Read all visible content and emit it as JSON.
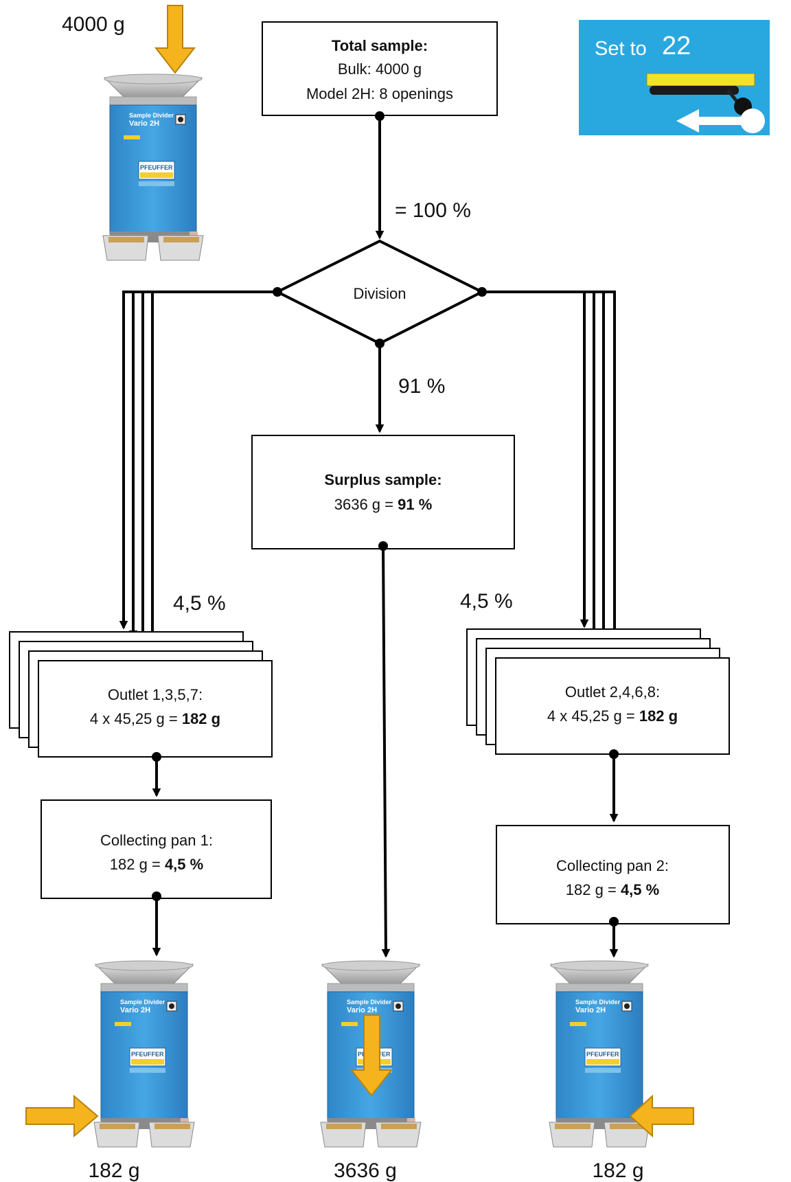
{
  "top_weight": "4000 g",
  "setting": {
    "prefix": "Set to",
    "value": "22"
  },
  "total_box": {
    "title": "Total sample:",
    "line1": "Bulk: 4000 g",
    "line2": "Model 2H: 8 openings"
  },
  "pct_100": "= 100 %",
  "division": "Division",
  "pct_91": "91 %",
  "surplus_box": {
    "title": "Surplus sample:",
    "line1_pre": "3636 g = ",
    "line1_bold": "91 %"
  },
  "pct_left": "4,5 %",
  "pct_right": "4,5 %",
  "outlet_left": {
    "line1": "Outlet 1,3,5,7:",
    "line2_pre": "4 x 45,25 g = ",
    "line2_bold": "182 g"
  },
  "outlet_right": {
    "line1": "Outlet 2,4,6,8:",
    "line2_pre": "4 x 45,25 g = ",
    "line2_bold": "182 g"
  },
  "pan_left": {
    "line1": "Collecting pan 1:",
    "line2_pre": "182 g = ",
    "line2_bold": "4,5 %"
  },
  "pan_right": {
    "line1": "Collecting pan 2:",
    "line2_pre": "182 g = ",
    "line2_bold": "4,5 %"
  },
  "bottom_weights": {
    "left": "182 g",
    "center": "3636 g",
    "right": "182 g"
  },
  "device": {
    "label1": "Sample Divider",
    "label2": "Vario 2H",
    "brand": "PFEUFFER"
  },
  "colors": {
    "device_blue": "#3a9ad9",
    "arrow": "#f5b31e",
    "panel_blue": "#29a8e0",
    "slider": "#f2e22a"
  }
}
